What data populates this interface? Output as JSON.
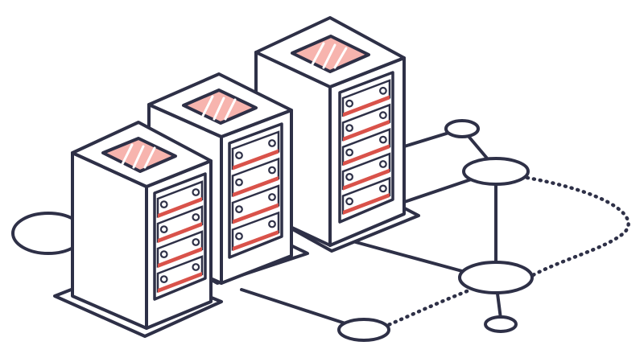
{
  "colors": {
    "background": "#ffffff",
    "stroke": "#2e3047",
    "accent_fill": "#f7b4ae",
    "accent_line": "#d9524a",
    "body_fill": "#ffffff"
  },
  "servers": [
    {
      "name": "server-rack-left",
      "drive_bays": 4
    },
    {
      "name": "server-rack-middle",
      "drive_bays": 4
    },
    {
      "name": "server-rack-right",
      "drive_bays": 5
    }
  ],
  "network": {
    "node_count": 6,
    "solid_links": 6,
    "dotted_links": 2
  }
}
